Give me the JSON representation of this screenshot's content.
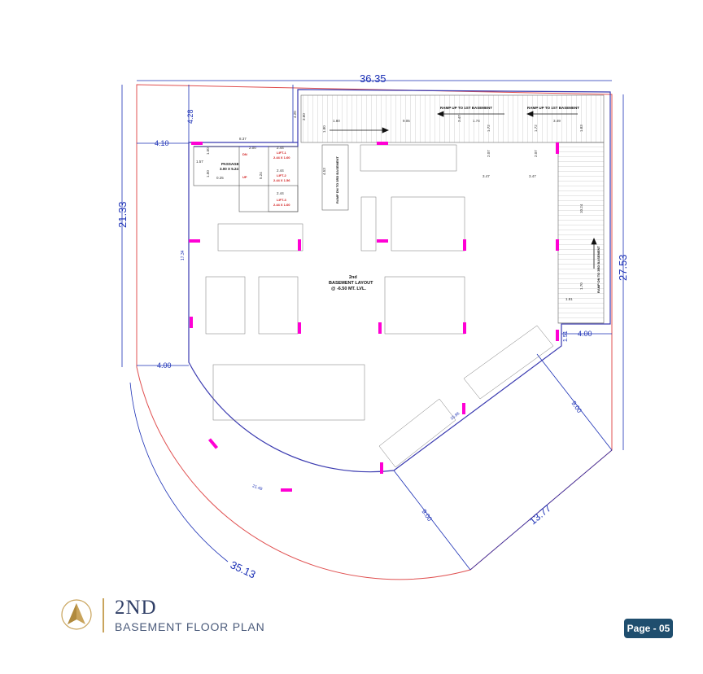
{
  "plan": {
    "dims": {
      "top": "36.35",
      "left": "21.33",
      "right": "27.53",
      "bottom_arc": "35.13",
      "bottom_right": "13.77",
      "upper_left": "4.28",
      "left_offset": "4.10",
      "lower_left": "4.00",
      "right_notch": "4.00",
      "right_notch_small": "1.51",
      "diag_a": "9.00",
      "diag_b": "9.00",
      "inner_arc": "21.49",
      "inner_diag": "15.96",
      "inner_left": "17.34"
    },
    "small_dims": {
      "a": "4.20",
      "b": "8.37",
      "c": "2.00",
      "d": "2.44",
      "e": "2.44",
      "f": "2.44",
      "g": "1.50",
      "h": "1.57",
      "i": "1.50",
      "j": "0.25",
      "k": "5.24",
      "l": "4.53",
      "m": "3.60",
      "n": "1.80",
      "o": "1.80",
      "p": "9.05",
      "q": "3.47",
      "r": "1.74",
      "s": "1.72",
      "t": "2.07",
      "u": "3.47",
      "v": "3.47",
      "w": "3.49",
      "x": "1.72",
      "y": "2.07",
      "z": "1.83",
      "aa": "10.24",
      "ab": "1.70",
      "ac": "1.81"
    },
    "labels": {
      "center_1": "2nd",
      "center_2": "BASEMENT LAYOUT",
      "center_3": "@ -6.50 MT. LVL.",
      "ramp_up_1": "RAMP UP TO 1ST BASEMENT",
      "ramp_up_2": "RAMP UP TO 1ST BASEMENT",
      "ramp_down_left": "RAMP DN TO 3RD BASEMENT",
      "ramp_down_right": "RAMP DN TO 3RD BASEMENT",
      "passage_1": "PASSAGE",
      "passage_2": "3.00 X 5.24",
      "dn": "DN",
      "up": "UP",
      "lift1_a": "LIFT-1",
      "lift1_b": "2.44 X 1.60",
      "lift2_a": "LIFT-2",
      "lift2_b": "2.44 X 1.56",
      "lift3_a": "LIFT-3",
      "lift3_b": "2.44 X 1.60"
    },
    "colors": {
      "dimension": "#1a2fb5",
      "boundary": "#e05050",
      "marker": "#ff00d4",
      "walls": "#3a3ab0"
    }
  },
  "footer": {
    "title": "2ND",
    "subtitle": "BASEMENT FLOOR PLAN",
    "page": "Page - 05"
  }
}
